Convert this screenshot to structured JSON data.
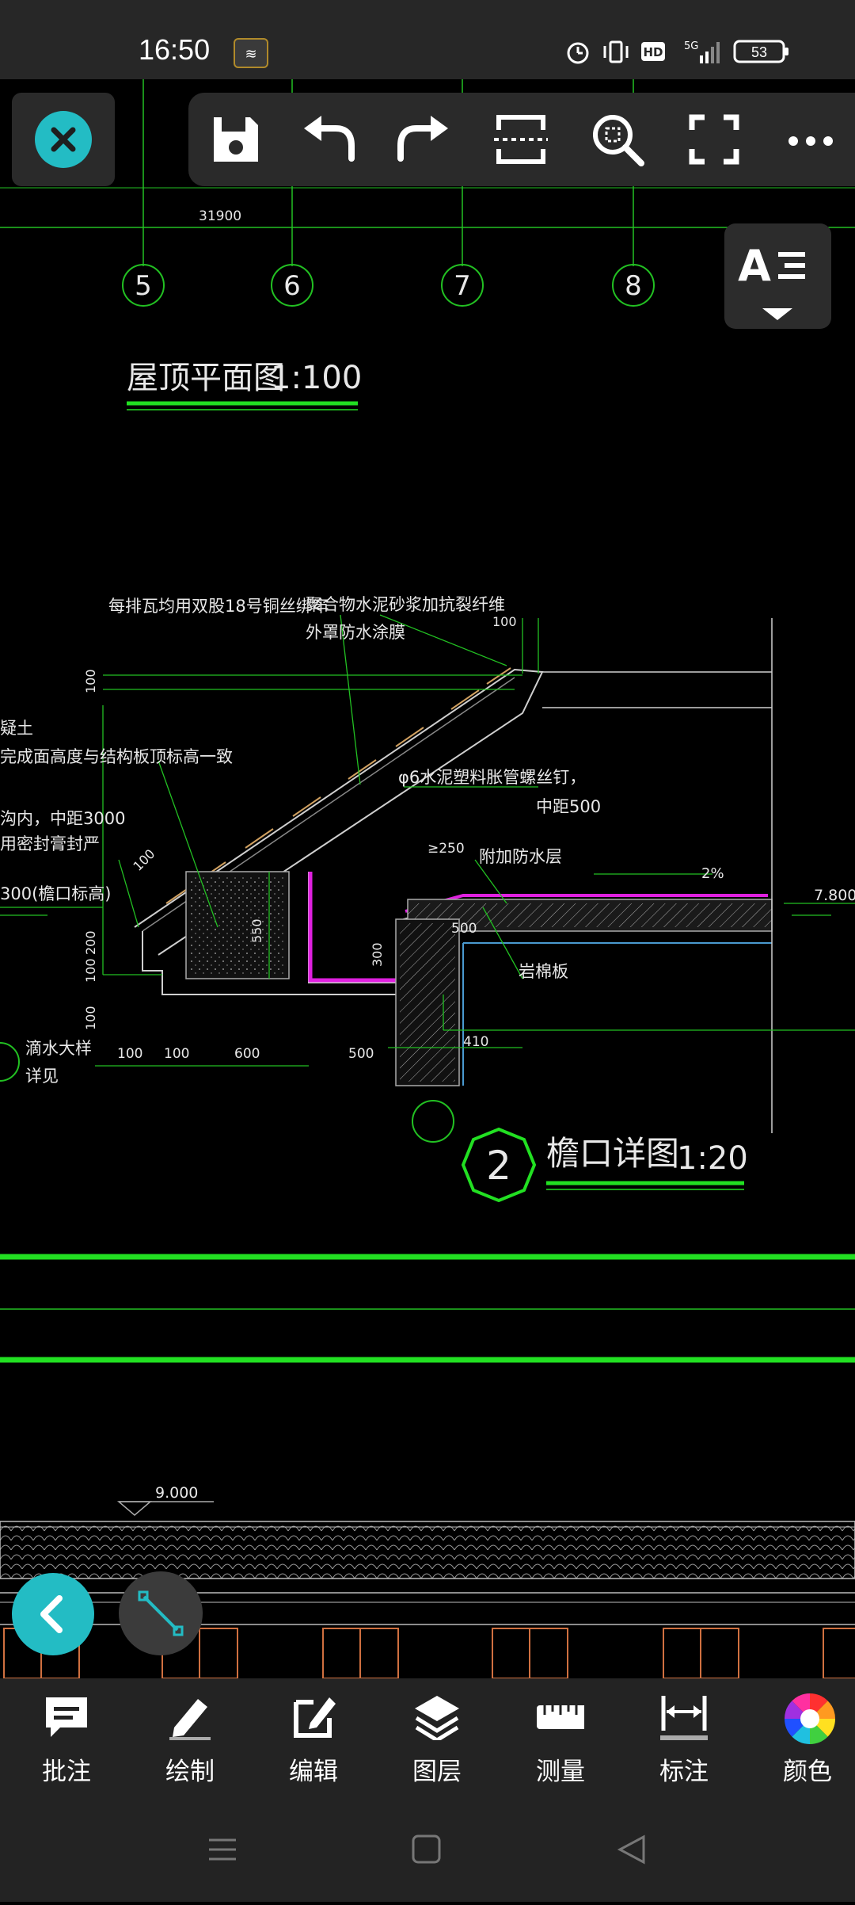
{
  "status_bar": {
    "time": "16:50",
    "battery": "53",
    "network": "5G",
    "hd": "HD"
  },
  "toolbar": {
    "close_icon": "close-icon",
    "icons": [
      "save-icon",
      "undo-icon",
      "redo-icon",
      "select-region-icon",
      "zoom-icon",
      "fullscreen-icon",
      "more-icon"
    ]
  },
  "font_panel": {
    "glyph": "A"
  },
  "drawing": {
    "dimension_top": "31900",
    "grid_labels": [
      "5",
      "6",
      "7",
      "8"
    ],
    "roof_plan_title": "屋顶平面图",
    "roof_plan_scale": "1:100",
    "detail_number": "2",
    "detail_title": "檐口详图",
    "detail_scale": "1:20",
    "notes": {
      "n1": "每排瓦均用双股18号铜丝绑牢",
      "n2": "聚合物水泥砂浆加抗裂纤维",
      "n3": "外罩防水涂膜",
      "n4": "疑土",
      "n5": "完成面高度与结构板顶标高一致",
      "n6": "沟内，中距3000",
      "n7": "用密封膏封严",
      "n8": "300(檐口标高)",
      "n9": "φ6水泥塑料胀管螺丝钉，",
      "n10": "中距500",
      "n11": "附加防水层",
      "n12": "岩棉板",
      "n13": "滴水大样",
      "n14": "详见"
    },
    "dims": {
      "d100a": "100",
      "d100b": "100",
      "d100c": "100",
      "d100d": "100",
      "d100e": "100",
      "d100f": "100",
      "d100g": "100",
      "d200": "200",
      "d550": "550",
      "d300": "300",
      "d250": "≥250",
      "d500a": "500",
      "d410": "410",
      "d600": "600",
      "d500b": "500",
      "slope": "2%",
      "elev1": "7.800",
      "elev2": "9.000"
    }
  },
  "bottom_toolbar": {
    "items": [
      {
        "label": "批注",
        "icon": "annotation-icon"
      },
      {
        "label": "绘制",
        "icon": "pencil-icon"
      },
      {
        "label": "编辑",
        "icon": "edit-icon"
      },
      {
        "label": "图层",
        "icon": "layers-icon"
      },
      {
        "label": "测量",
        "icon": "ruler-icon"
      },
      {
        "label": "标注",
        "icon": "dimension-icon"
      },
      {
        "label": "颜色",
        "icon": "color-wheel-icon"
      }
    ]
  },
  "colors": {
    "accent": "#23bcc4",
    "cad_green": "#22e022",
    "magenta": "#e020e0"
  }
}
